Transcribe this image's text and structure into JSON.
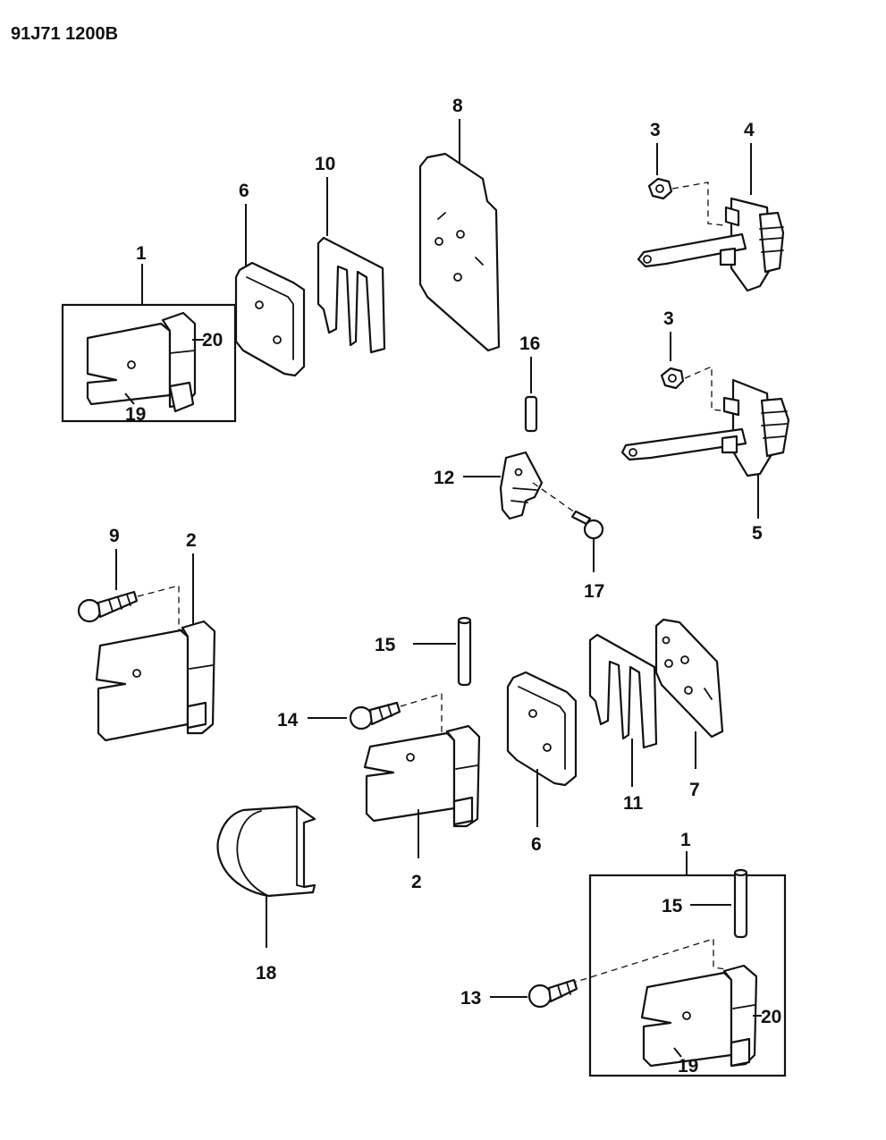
{
  "figure_code": "91J71 1200B",
  "callouts": {
    "c1a": "1",
    "c1b": "1",
    "c2a": "2",
    "c2b": "2",
    "c3a": "3",
    "c3b": "3",
    "c4": "4",
    "c5": "5",
    "c6a": "6",
    "c6b": "6",
    "c7": "7",
    "c8": "8",
    "c9": "9",
    "c10": "10",
    "c11": "11",
    "c12": "12",
    "c13": "13",
    "c14": "14",
    "c15a": "15",
    "c15b": "15",
    "c16": "16",
    "c17": "17",
    "c18": "18",
    "c19a": "19",
    "c19b": "19",
    "c20a": "20",
    "c20b": "20"
  }
}
